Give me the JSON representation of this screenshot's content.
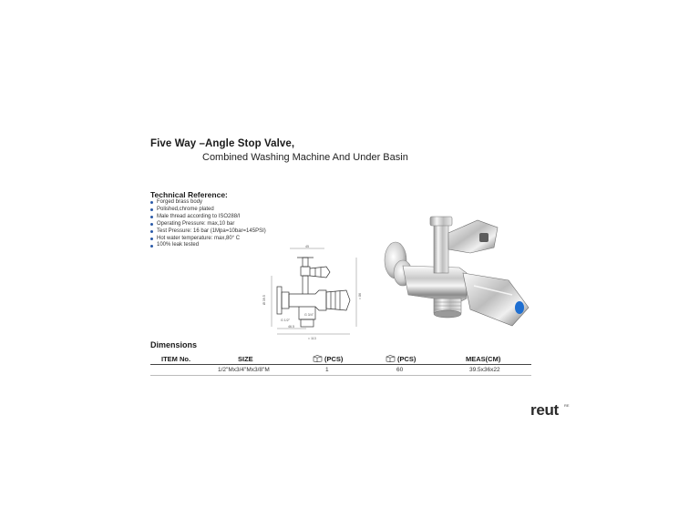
{
  "product": {
    "title": "Five Way –Angle Stop Valve,",
    "subtitle": "Combined Washing Machine And Under Basin"
  },
  "technical": {
    "heading": "Technical Reference:",
    "items": [
      "Forged brass body",
      "Polished,chrome plated",
      "Male thread according to ISO288/I",
      "Operating Pressure: max,10 bar",
      "Test Pressure: 16 bar (1Mpa=10bar=145PSI)",
      "Hot water temperature: max,80° C",
      "100% leak tested"
    ]
  },
  "dimensions": {
    "heading": "Dimensions",
    "columns": [
      "ITEM No.",
      "SIZE",
      "(PCS)",
      "(PCS)",
      "MEAS(CM)"
    ],
    "rows": [
      [
        "",
        "1/2\"Mx3/4\"Mx3/8\"M",
        "1",
        "60",
        "39.5x36x22"
      ]
    ]
  },
  "drawing_labels": {
    "top": "45",
    "left_vertical": "Ø 39.5",
    "right_vertical": "≈ 86",
    "bottom_1": "46.5",
    "bottom_2": "≈ 113",
    "thread_1": "G 1/2\"",
    "thread_2": "G 3/4\""
  },
  "brand": {
    "logo": "reut",
    "mark": "RE"
  },
  "colors": {
    "bullet": "#2a5aa8",
    "handle_accent": "#1f6fd1",
    "chrome_light": "#f4f4f4",
    "chrome_dark": "#6c6c6c"
  },
  "icons": {
    "inner_box": "carton-icon",
    "outer_box": "carton-icon"
  }
}
